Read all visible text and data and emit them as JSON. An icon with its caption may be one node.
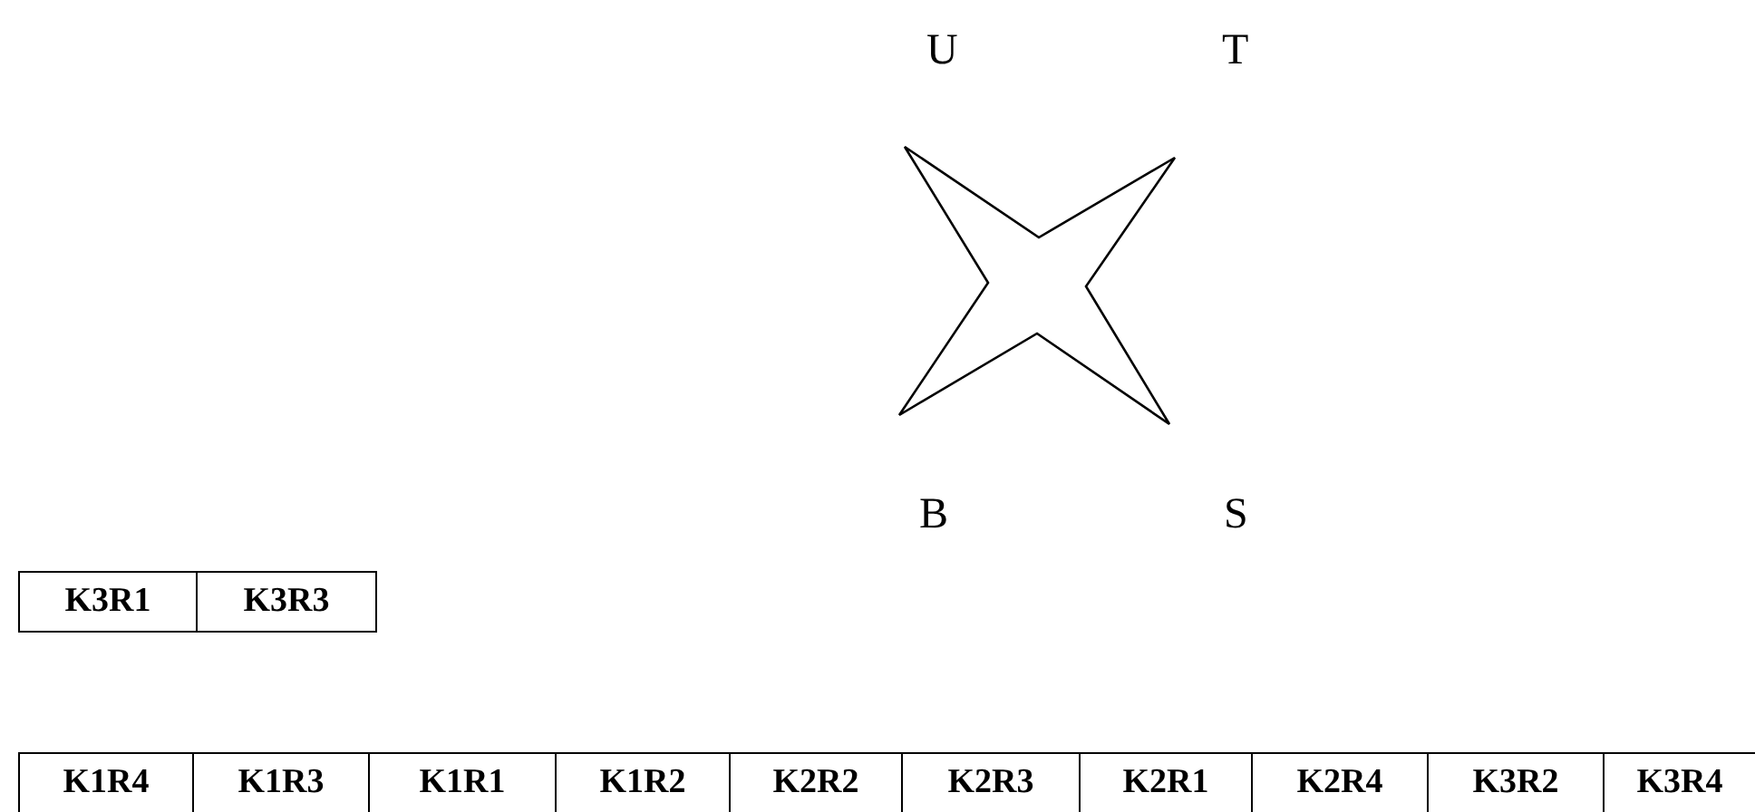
{
  "diagram": {
    "labels": [
      "U",
      "T",
      "B",
      "S",
      "K3R1",
      "K3R3",
      "K1R4",
      "K1R3",
      "K1R1",
      "K1R2",
      "K2R2",
      "K2R3",
      "K2R1",
      "K2R4",
      "K3R2",
      "K3R4"
    ]
  }
}
